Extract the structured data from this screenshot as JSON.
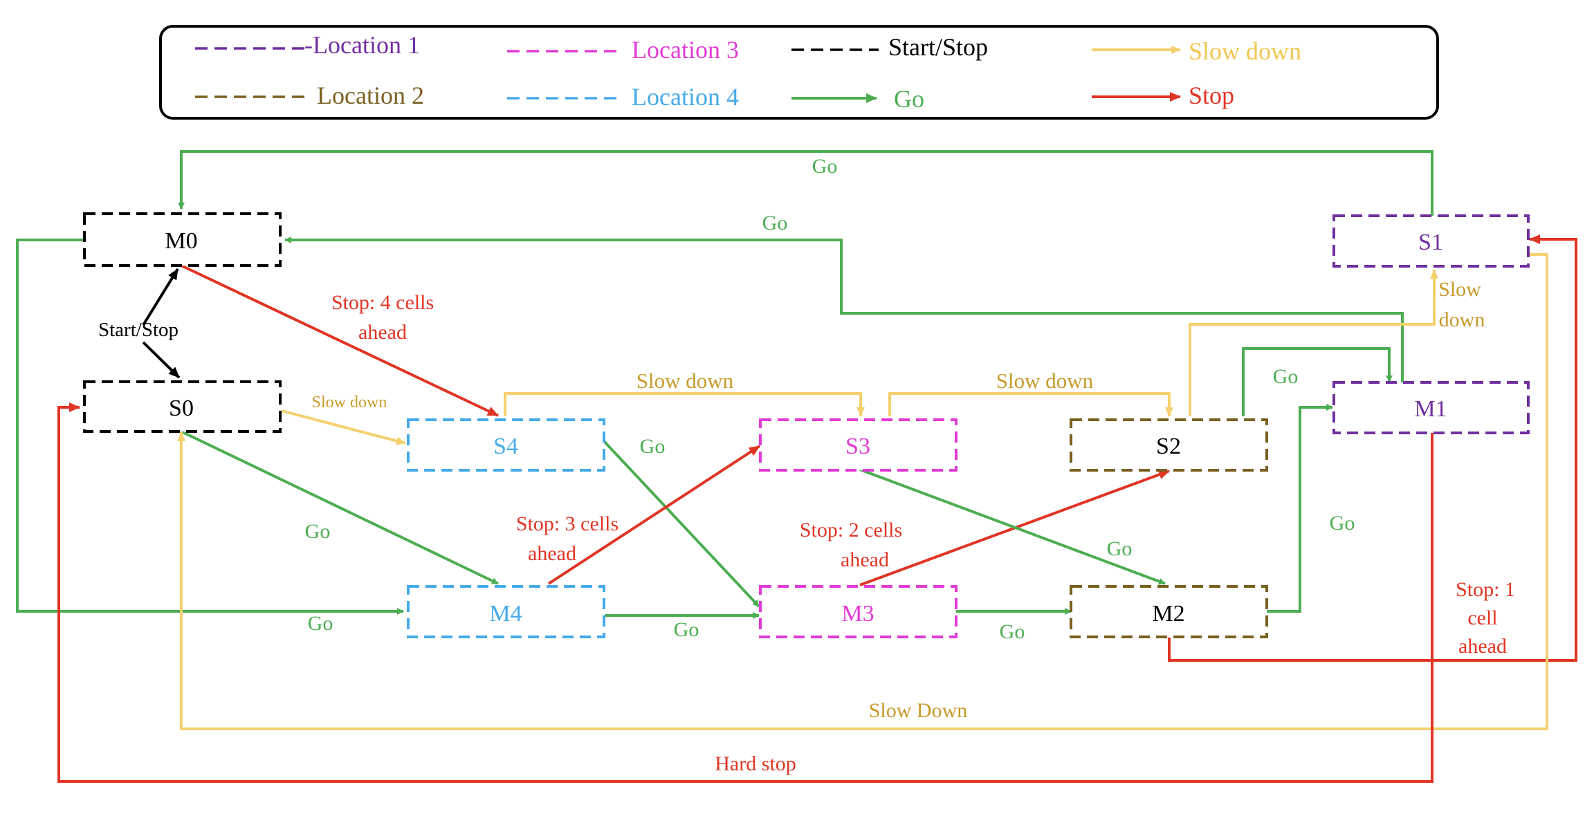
{
  "colors": {
    "location1": "#7030a0",
    "location2": "#7a6020",
    "location3": "#e13bd6",
    "location4": "#45aaea",
    "start_stop": "#000000",
    "go": "#4cad52",
    "slow_down": "#f5d06f",
    "slow_down_text": "#c79a2a",
    "stop": "#e03424"
  },
  "legend": {
    "location1": "-Location 1",
    "location2": "Location 2",
    "location3": "Location 3",
    "location4": "Location 4",
    "start_stop": "Start/Stop",
    "go": "Go",
    "slow_down": "Slow down",
    "stop": "Stop"
  },
  "states": {
    "m0": "M0",
    "s0": "S0",
    "s4": "S4",
    "m4": "M4",
    "s3": "S3",
    "m3": "M3",
    "s2": "S2",
    "m2": "M2",
    "s1": "S1",
    "m1": "M1"
  },
  "edge_labels": {
    "go_top": "Go",
    "go_s1_m0": "Go",
    "start_stop": "Start/Stop",
    "stop_m0_s4": "Stop: 4 cells",
    "stop_m0_s4_2": "ahead",
    "slow_s0_s4": "Slow down",
    "slow_s4_s3": "Slow down",
    "slow_s3_s2": "Slow down",
    "slow_s2_s1": "Slow",
    "slow_s2_s1_2": "down",
    "go_s2_m1": "Go",
    "go_s4_m3": "Go",
    "go_s0_m4": "Go",
    "stop_m4_s3": "Stop: 3 cells",
    "stop_m4_s3_2": "ahead",
    "stop_m3_s2": "Stop: 2 cells",
    "stop_m3_s2_2": "ahead",
    "go_s3_m2": "Go",
    "go_m2_m1": "Go",
    "stop_m2_s1": "Stop: 1",
    "stop_m2_s1_2": "cell",
    "stop_m2_s1_3": "ahead",
    "go_m0_m4": "Go",
    "go_m4_m3": "Go",
    "go_m3_m2": "Go",
    "slow_s1_s0": "Slow Down",
    "hard_stop": "Hard stop"
  }
}
